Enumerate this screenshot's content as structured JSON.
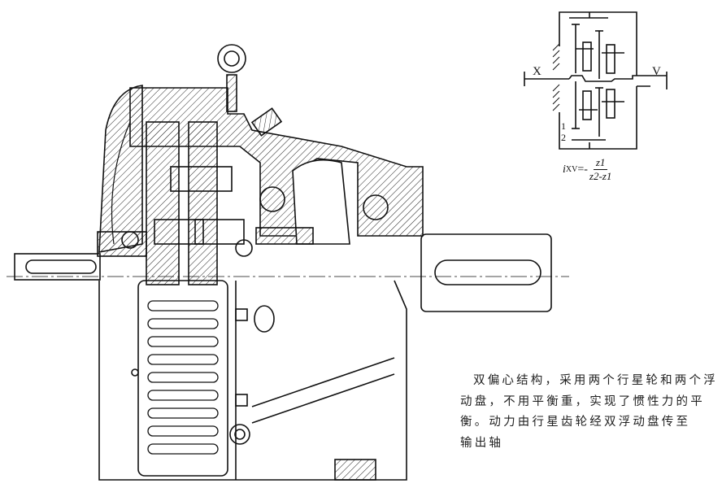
{
  "schematic": {
    "input_label": "X",
    "output_label": "V",
    "gear_labels": [
      "1",
      "2"
    ],
    "formula": {
      "lhs": "i",
      "subscript": "XV",
      "eq": "=-",
      "numerator": "z1",
      "denominator": "z2-z1"
    }
  },
  "caption": {
    "lines": [
      "双偏心结构，采用两个行星轮和两个浮",
      "动盘，不用平衡重，实现了惯性力的平",
      "衡。动力由行星齿轮经双浮动盘传至",
      "输出轴"
    ]
  }
}
